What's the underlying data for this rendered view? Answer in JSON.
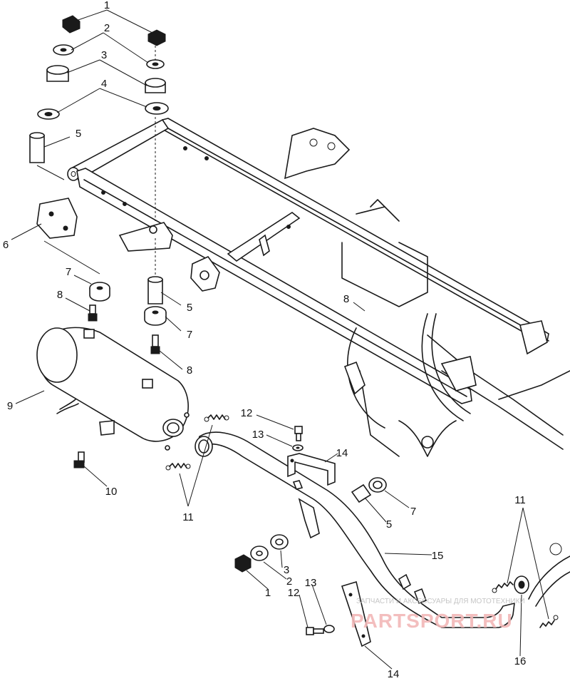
{
  "callouts": {
    "c1a": "1",
    "c2a": "2",
    "c3a": "3",
    "c4a": "4",
    "c5a": "5",
    "c6": "6",
    "c7a": "7",
    "c8a": "8",
    "c5b": "5",
    "c7b": "7",
    "c8b": "8",
    "c8c": "8",
    "c9": "9",
    "c10": "10",
    "c11a": "11",
    "c12a": "12",
    "c13a": "13",
    "c14a": "14",
    "c7c": "7",
    "c5c": "5",
    "c15": "15",
    "c3b": "3",
    "c2b": "2",
    "c1b": "1",
    "c11b": "11",
    "c12b": "12",
    "c13b": "13",
    "c14b": "14",
    "c16": "16"
  },
  "watermark": {
    "text": "ЗАПЧАСТИ И АКСЕССУАРЫ ДЛЯ МОТОТЕХНИКИ",
    "logo": "PARTSPORT.RU"
  }
}
